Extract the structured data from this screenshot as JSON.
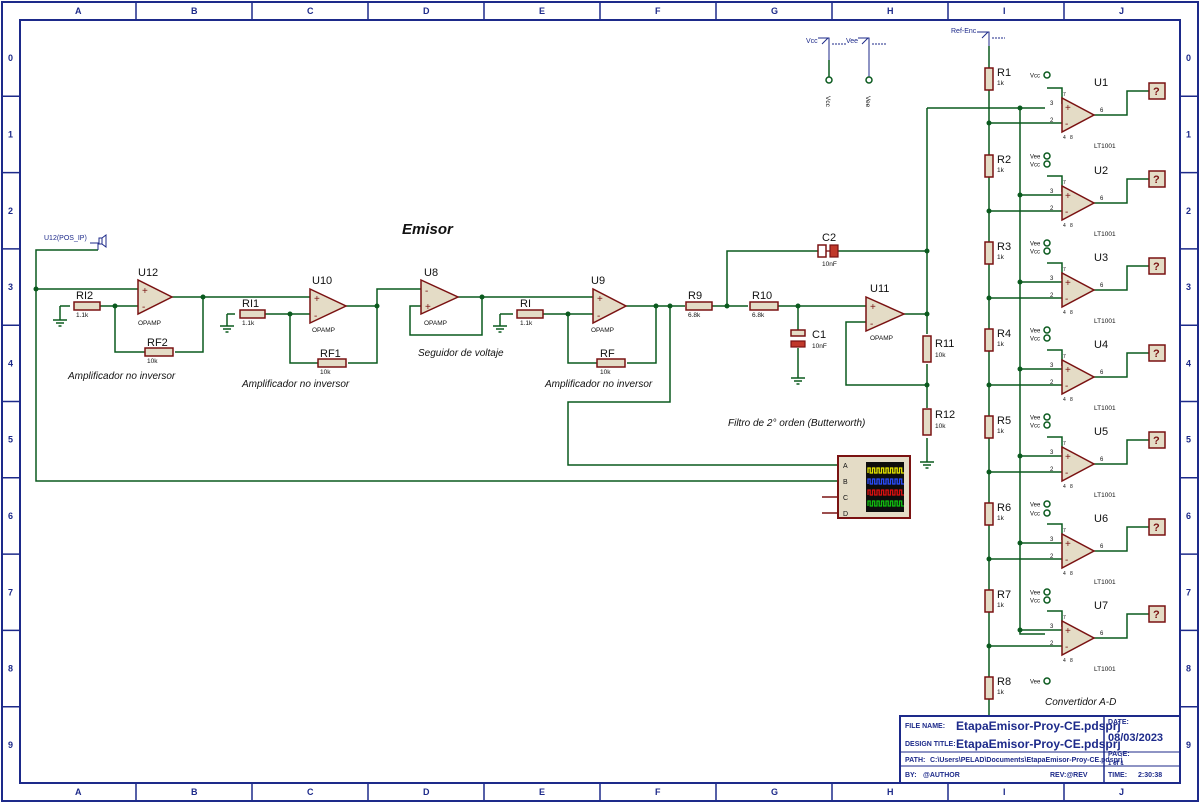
{
  "border": {
    "columns": [
      "A",
      "B",
      "C",
      "D",
      "E",
      "F",
      "G",
      "H",
      "I",
      "J"
    ],
    "rows": [
      "0",
      "1",
      "2",
      "3",
      "4",
      "5",
      "6",
      "7",
      "8",
      "9"
    ]
  },
  "title": "Emisor",
  "annotations": {
    "amp1": "Amplificador no inversor",
    "amp2": "Amplificador no inversor",
    "follower": "Seguidor de voltaje",
    "amp3": "Amplificador no inversor",
    "filter": "Filtro de 2° orden (Butterworth)",
    "adc": "Convertidor A-D"
  },
  "terminals": {
    "input": "U12(POS_IP)",
    "vcc": "Vcc",
    "vee": "Vee",
    "ref": "Ref-Enc",
    "vcc_pin": "Vcc",
    "vee_pin": "Vee"
  },
  "components": {
    "U12": {
      "ref": "U12",
      "value": "OPAMP"
    },
    "U10": {
      "ref": "U10",
      "value": "OPAMP"
    },
    "U8": {
      "ref": "U8",
      "value": "OPAMP"
    },
    "U9": {
      "ref": "U9",
      "value": "OPAMP"
    },
    "U11": {
      "ref": "U11",
      "value": "OPAMP"
    },
    "RI2": {
      "ref": "RI2",
      "value": "1.1k"
    },
    "RF2": {
      "ref": "RF2",
      "value": "10k"
    },
    "RI1": {
      "ref": "RI1",
      "value": "1.1k"
    },
    "RF1": {
      "ref": "RF1",
      "value": "10k"
    },
    "RI": {
      "ref": "RI",
      "value": "1.1k"
    },
    "RF": {
      "ref": "RF",
      "value": "10k"
    },
    "R9": {
      "ref": "R9",
      "value": "6.8k"
    },
    "R10": {
      "ref": "R10",
      "value": "6.8k"
    },
    "C1": {
      "ref": "C1",
      "value": "10nF"
    },
    "C2": {
      "ref": "C2",
      "value": "10nF"
    },
    "R11": {
      "ref": "R11",
      "value": "10k"
    },
    "R12": {
      "ref": "R12",
      "value": "10k"
    }
  },
  "ladder": [
    {
      "ref": "R1",
      "value": "1k"
    },
    {
      "ref": "R2",
      "value": "1k"
    },
    {
      "ref": "R3",
      "value": "1k"
    },
    {
      "ref": "R4",
      "value": "1k"
    },
    {
      "ref": "R5",
      "value": "1k"
    },
    {
      "ref": "R6",
      "value": "1k"
    },
    {
      "ref": "R7",
      "value": "1k"
    },
    {
      "ref": "R8",
      "value": "1k"
    }
  ],
  "comparators": [
    {
      "ref": "U1",
      "value": "LT1001"
    },
    {
      "ref": "U2",
      "value": "LT1001"
    },
    {
      "ref": "U3",
      "value": "LT1001"
    },
    {
      "ref": "U4",
      "value": "LT1001"
    },
    {
      "ref": "U5",
      "value": "LT1001"
    },
    {
      "ref": "U6",
      "value": "LT1001"
    },
    {
      "ref": "U7",
      "value": "LT1001"
    }
  ],
  "pins": {
    "noninv": "3",
    "inv": "2",
    "out": "6",
    "v7": "7",
    "v4": "4",
    "n8": "8",
    "plus": "+",
    "minus": "-",
    "unknown_probe": "?"
  },
  "scope": {
    "channels": [
      "A",
      "B",
      "C",
      "D"
    ],
    "trace_colors": [
      "#e8e800",
      "#2a4dff",
      "#e01010",
      "#10c010"
    ]
  },
  "title_block": {
    "file_name_label": "FILE NAME:",
    "file_name": "EtapaEmisor-Proy-CE.pdsprj",
    "date_label": "DATE:",
    "date": "08/03/2023",
    "design_title_label": "DESIGN TITLE:",
    "design_title": "EtapaEmisor-Proy-CE.pdsprj",
    "page_label": "PAGE:",
    "page": "1 of 1",
    "path_label": "PATH:",
    "path": "C:\\Users\\PELAD\\Documents\\EtapaEmisor-Proy-CE.pdsprj",
    "by_label": "BY:",
    "author": "@AUTHOR",
    "rev": "REV:@REV",
    "time_label": "TIME:",
    "time": "2:30:38"
  }
}
